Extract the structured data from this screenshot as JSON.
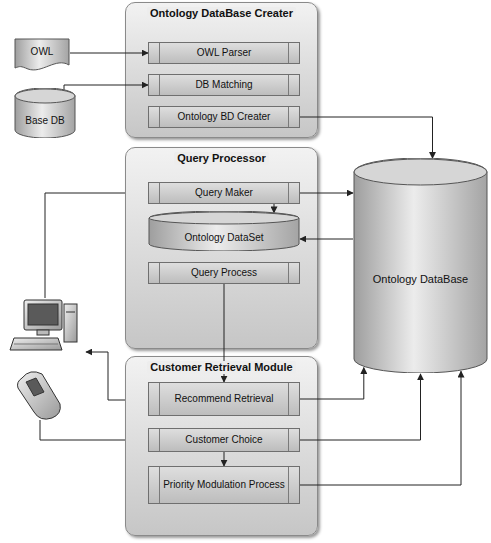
{
  "diagram": {
    "nodes": [
      {
        "text": [
          "Ontology DataBase Creater"
        ]
      },
      {
        "text": [
          "OWL Parser"
        ],
        "in": 0
      },
      {
        "text": [
          "DB Matching"
        ],
        "in": 0
      },
      {
        "text": [
          "Ontology BD Creater"
        ],
        "in": 0
      },
      {
        "text": [
          "OWL"
        ]
      },
      {
        "text": [
          "Base DB"
        ]
      },
      {
        "text": [
          "Ontology DataBase"
        ]
      },
      {
        "text": [
          "Query Processor"
        ]
      },
      {
        "text": [
          "Query Maker"
        ],
        "in": 7
      },
      {
        "text": [
          "Ontology DataSet"
        ],
        "in": 7
      },
      {
        "text": [
          "Query Process"
        ],
        "in": 7
      },
      {
        "text": [
          "Customer Retrieval Module"
        ]
      },
      {
        "text": [
          "Recommend Retrieval"
        ],
        "in": 11
      },
      {
        "text": [
          "Customer Choice"
        ],
        "in": 11
      },
      {
        "text": [
          "Priority Modulation Process"
        ],
        "in": 11
      }
    ],
    "edges": [
      {
        "from": 4,
        "to": 1,
        "arrow": "to"
      },
      {
        "from": 5,
        "to": 2,
        "arrow": "to"
      },
      {
        "from": 3,
        "to": 6,
        "arrow": "to"
      },
      {
        "from": 8,
        "to": 6,
        "arrow": "to"
      },
      {
        "from": 8,
        "to": 9,
        "arrow": "to"
      },
      {
        "from": 6,
        "to": 9,
        "arrow": "to"
      },
      {
        "from": 10,
        "to": 12,
        "arrow": "to"
      },
      {
        "from": 12,
        "to": 6,
        "arrow": "to"
      },
      {
        "from": 13,
        "to": 14,
        "arrow": "to"
      },
      {
        "from": 13,
        "to": 6,
        "arrow": "to"
      },
      {
        "from": 14,
        "to": 6,
        "arrow": "to"
      }
    ]
  }
}
